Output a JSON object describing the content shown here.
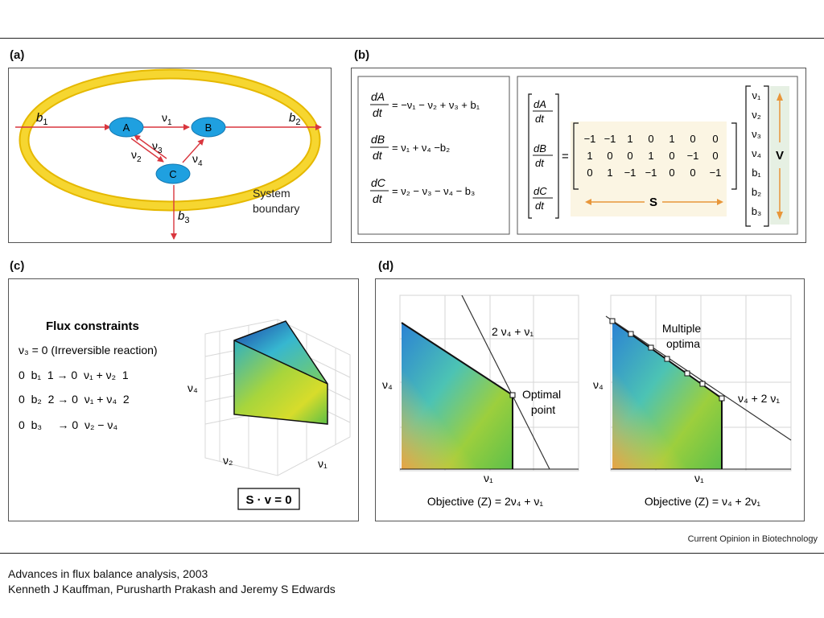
{
  "panels": {
    "a": {
      "label": "(a)",
      "nodes": [
        "A",
        "B",
        "C"
      ],
      "fluxes": {
        "b1": "b",
        "b1_sub": "1",
        "b2": "b",
        "b2_sub": "2",
        "b3": "b",
        "b3_sub": "3",
        "v1": "ν",
        "v1_sub": "1",
        "v2": "ν",
        "v2_sub": "2",
        "v3": "ν",
        "v3_sub": "3",
        "v4": "ν",
        "v4_sub": "4"
      },
      "boundary_line1": "System",
      "boundary_line2": "boundary"
    },
    "b": {
      "label": "(b)",
      "equations": [
        {
          "num": "dA",
          "den": "dt",
          "rhs": "= −ν₁ − ν₂ + ν₃ + b₁"
        },
        {
          "num": "dB",
          "den": "dt",
          "rhs": "= ν₁ + ν₄ −b₂"
        },
        {
          "num": "dC",
          "den": "dt",
          "rhs": "= ν₂ − ν₃ − ν₄ − b₃"
        }
      ],
      "lhs_vector": [
        "dA/dt",
        "dB/dt",
        "dC/dt"
      ],
      "equals": "=",
      "matrix": [
        [
          "−1",
          "−1",
          "1",
          "0",
          "1",
          "0",
          "0"
        ],
        [
          "1",
          "0",
          "0",
          "1",
          "0",
          "−1",
          "0"
        ],
        [
          "0",
          "1",
          "−1",
          "−1",
          "0",
          "0",
          "−1"
        ]
      ],
      "matrix_label": "S",
      "flux_vector": [
        "ν₁",
        "ν₂",
        "ν₃",
        "ν₄",
        "b₁",
        "b₂",
        "b₃"
      ],
      "flux_vector_label": "V"
    },
    "c": {
      "label": "(c)",
      "title": "Flux constraints",
      "constraints": [
        "ν₃ = 0 (Irreversible reaction)",
        "0  b₁  1 → 0  ν₁ + ν₂  1",
        "0  b₂  2 → 0  ν₁ + ν₄  2",
        "0  b₃     → 0  ν₂ − ν₄"
      ],
      "axis_v4": "ν₄",
      "axis_v2": "ν₂",
      "axis_v1": "ν₁",
      "equation_box": "S · v = 0"
    },
    "d": {
      "label": "(d)",
      "left": {
        "line_label": "2 ν₄ + ν₁",
        "optimal_line1": "Optimal",
        "optimal_line2": "point",
        "xlabel": "ν₁",
        "ylabel": "ν₄",
        "objective": "Objective (Z) = 2ν₄ + ν₁"
      },
      "right": {
        "multiple_line1": "Multiple",
        "multiple_line2": "optima",
        "line_label": "ν₄ + 2 ν₁",
        "xlabel": "ν₁",
        "ylabel": "ν₄",
        "objective": "Objective (Z) = ν₄ + 2ν₁"
      }
    }
  },
  "credit": "Current Opinion in Biotechnology",
  "caption": {
    "line1": "Advances in flux balance analysis, 2003",
    "line2": "Kenneth J Kauffman, Purusharth Prakash and Jeremy S Edwards"
  },
  "colors": {
    "arrow": "#d9363e",
    "node_fill": "#1fa0e0",
    "boundary_ring": "#f1cc19",
    "orange": "#e8963a",
    "matrix_bg": "#fbf5e3",
    "vector_bg": "#e6f0e3"
  }
}
